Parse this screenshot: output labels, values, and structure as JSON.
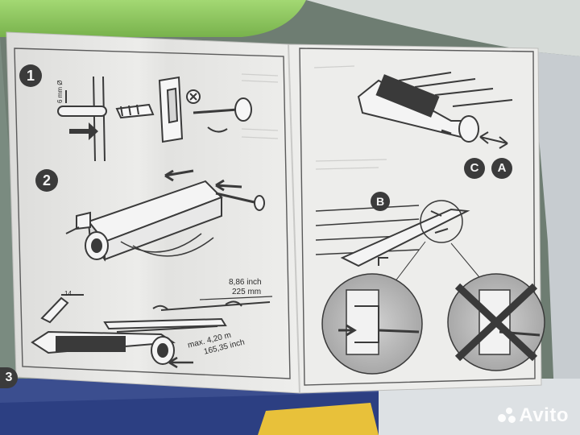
{
  "steps": {
    "one": "1",
    "two": "2",
    "three": "3"
  },
  "labels": {
    "hole": "6 mm Ø",
    "dim_short_inch": "8,86 inch",
    "dim_short_mm": "225 mm",
    "dim_long_m": "max. 4,20 m",
    "dim_long_inch": "165,35 inch",
    "detail_14": "14",
    "detail_b": "B",
    "detail_c": "C",
    "detail_a": "A"
  },
  "watermark": {
    "brand": "Avito"
  },
  "colors": {
    "paper": "#e9e9e7",
    "ink": "#3a3a3a",
    "background_top": "#8fd15e",
    "bin_blue": "#2f4fa8"
  }
}
